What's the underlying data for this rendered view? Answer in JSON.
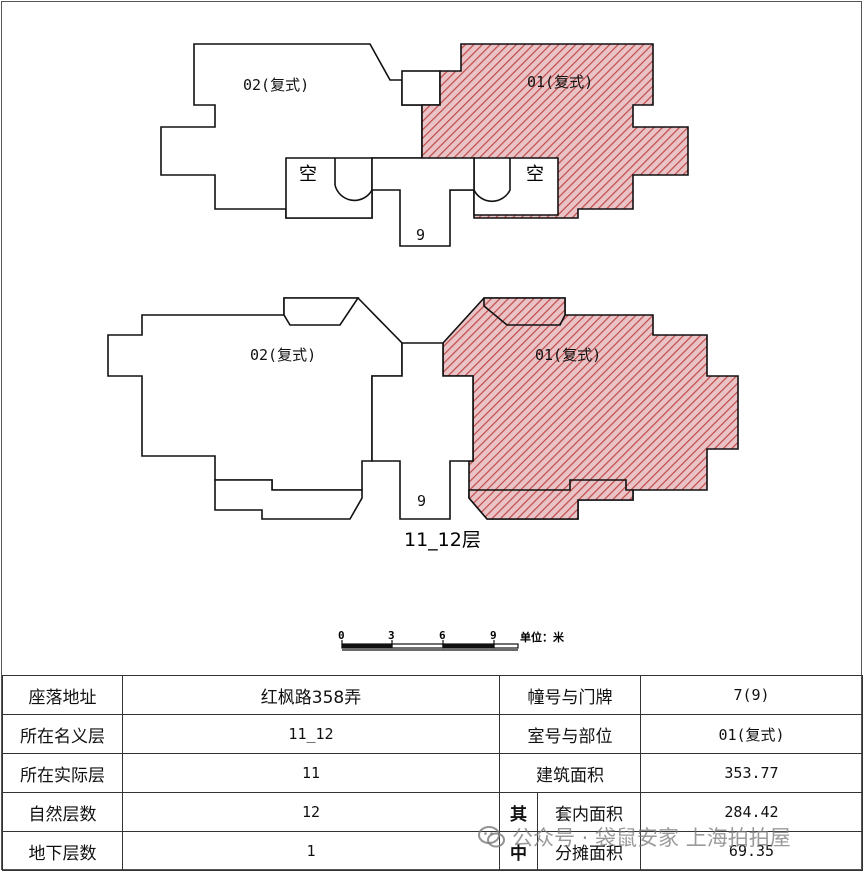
{
  "colors": {
    "unit_fill": "#d9a0a3",
    "hatch": "#c04a4a",
    "line": "#111111"
  },
  "plan_upper": {
    "unit_02": "02(复式)",
    "unit_01": "01(复式)",
    "void_left": "空",
    "void_right": "空",
    "stair": "9"
  },
  "plan_lower": {
    "unit_02": "02(复式)",
    "unit_01": "01(复式)",
    "stair": "9",
    "floor_caption": "11_12层"
  },
  "scale_bar": {
    "ticks": [
      "0",
      "3",
      "6",
      "9"
    ],
    "unit_label": "单位：米"
  },
  "info_table": {
    "address_label": "座落地址",
    "address_value": "红枫路358弄",
    "building_label": "幢号与门牌",
    "building_value": "7(9)",
    "nominal_floor_label": "所在名义层",
    "nominal_floor_value": "11_12",
    "room_label": "室号与部位",
    "room_value": "01(复式)",
    "actual_floor_label": "所在实际层",
    "actual_floor_value": "11",
    "area_label": "建筑面积",
    "area_value": "353.77",
    "natural_floors_label": "自然层数",
    "natural_floors_value": "12",
    "qi_label": "其",
    "inner_area_label": "套内面积",
    "inner_area_value": "284.42",
    "underground_label": "地下层数",
    "underground_value": "1",
    "zhong_label": "中",
    "shared_area_label": "分摊面积",
    "shared_area_value": "69.35"
  },
  "watermark": {
    "text": "公众号 · 袋鼠安家 上海拍拍屋",
    "icon": "wechat-icon"
  }
}
